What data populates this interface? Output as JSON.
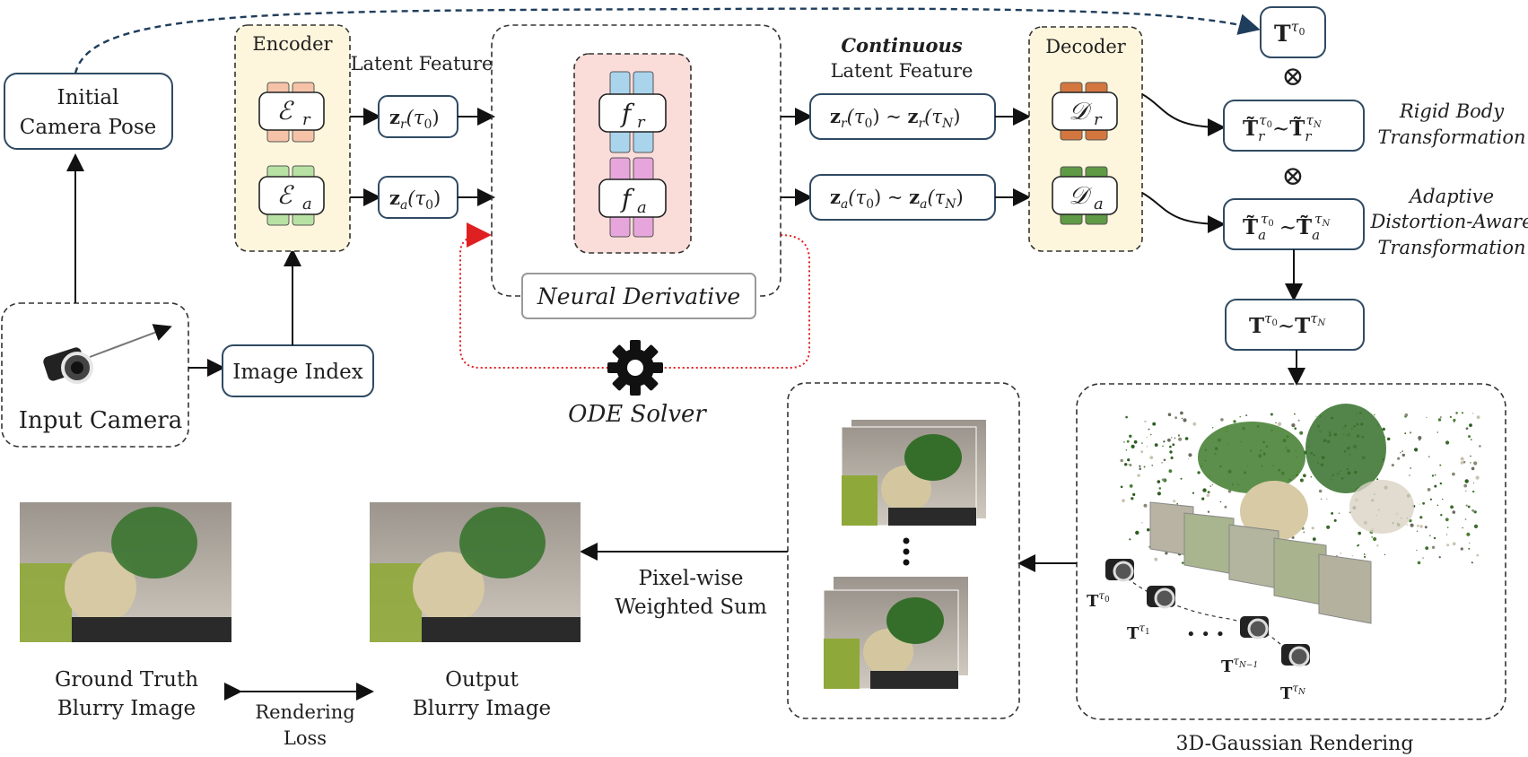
{
  "left": {
    "initial_pose": [
      "Initial",
      "Camera Pose"
    ],
    "input_camera": "Input Camera",
    "image_index": "Image Index"
  },
  "encoder": {
    "title": "Encoder",
    "er": "ℰ",
    "er_sub": "r",
    "ea": "ℰ",
    "ea_sub": "a",
    "latent_label": "Latent Feature",
    "zr": "z",
    "zr_sub": "r",
    "zr_arg": "(τ",
    "zr_arg_sub": "0",
    "zr_close": ")",
    "za": "z",
    "za_sub": "a",
    "za_arg": "(τ",
    "za_arg_sub": "0",
    "za_close": ")"
  },
  "neural": {
    "fr": "f",
    "fr_sub": "r",
    "fa": "f",
    "fa_sub": "a",
    "label": "Neural Derivative",
    "solver": "ODE Solver"
  },
  "continuous": {
    "title": "Continuous",
    "subtitle": "Latent Feature",
    "zr_range": [
      "z",
      "r",
      "(τ",
      "0",
      ") ~ ",
      "z",
      "r",
      "(τ",
      "N",
      ")"
    ],
    "za_range": [
      "z",
      "a",
      "(τ",
      "0",
      ") ~ ",
      "z",
      "a",
      "(τ",
      "N",
      ")"
    ]
  },
  "decoder": {
    "title": "Decoder",
    "dr": "𝒟",
    "dr_sub": "r",
    "da": "𝒟",
    "da_sub": "a"
  },
  "right": {
    "t0": "T",
    "t0_sup": "τ",
    "t0_sup_sub": "0",
    "otimes": "⊗",
    "rigid_box": [
      "T̃",
      "r",
      "τ",
      "0",
      "~",
      "T̃",
      "r",
      "τ",
      "N"
    ],
    "rigid_label": [
      "Rigid Body",
      "Transformation"
    ],
    "adaptive_box": [
      "T̃",
      "a",
      "τ",
      "0",
      "~",
      "T̃",
      "a",
      "τ",
      "N"
    ],
    "adaptive_label": [
      "Adaptive",
      "Distortion-Aware",
      "Transformation"
    ],
    "full_range": [
      "T",
      "τ",
      "0",
      "~",
      "T",
      "τ",
      "N"
    ]
  },
  "bottom": {
    "gt_label": [
      "Ground Truth",
      "Blurry Image"
    ],
    "out_label": [
      "Output",
      "Blurry Image"
    ],
    "loss_label": [
      "Rendering",
      "Loss"
    ],
    "sum_label": [
      "Pixel-wise",
      "Weighted Sum"
    ],
    "render_label": "3D-Gaussian Rendering",
    "cam_labels": [
      {
        "base": "T",
        "sup": "τ",
        "sub": "0"
      },
      {
        "base": "T",
        "sup": "τ",
        "sub": "1"
      },
      {
        "base": "T",
        "sup": "τ",
        "sub": "N−1"
      },
      {
        "base": "T",
        "sup": "τ",
        "sub": "N"
      }
    ],
    "ellipsis": "• • •"
  },
  "colors": {
    "encoder_bg": "#fdf6dc",
    "neural_bg": "#fadcd9",
    "fr_color": "#a9d4ec",
    "fa_color": "#e7a6db",
    "er_color": "#f5c2a8",
    "ea_color": "#b7e2a4",
    "dr_color": "#d4773f",
    "da_color": "#5f9a45",
    "box_stroke": "#2f4a63",
    "solver_red": "#e02020",
    "navy_dash": "#1f3d5c"
  }
}
